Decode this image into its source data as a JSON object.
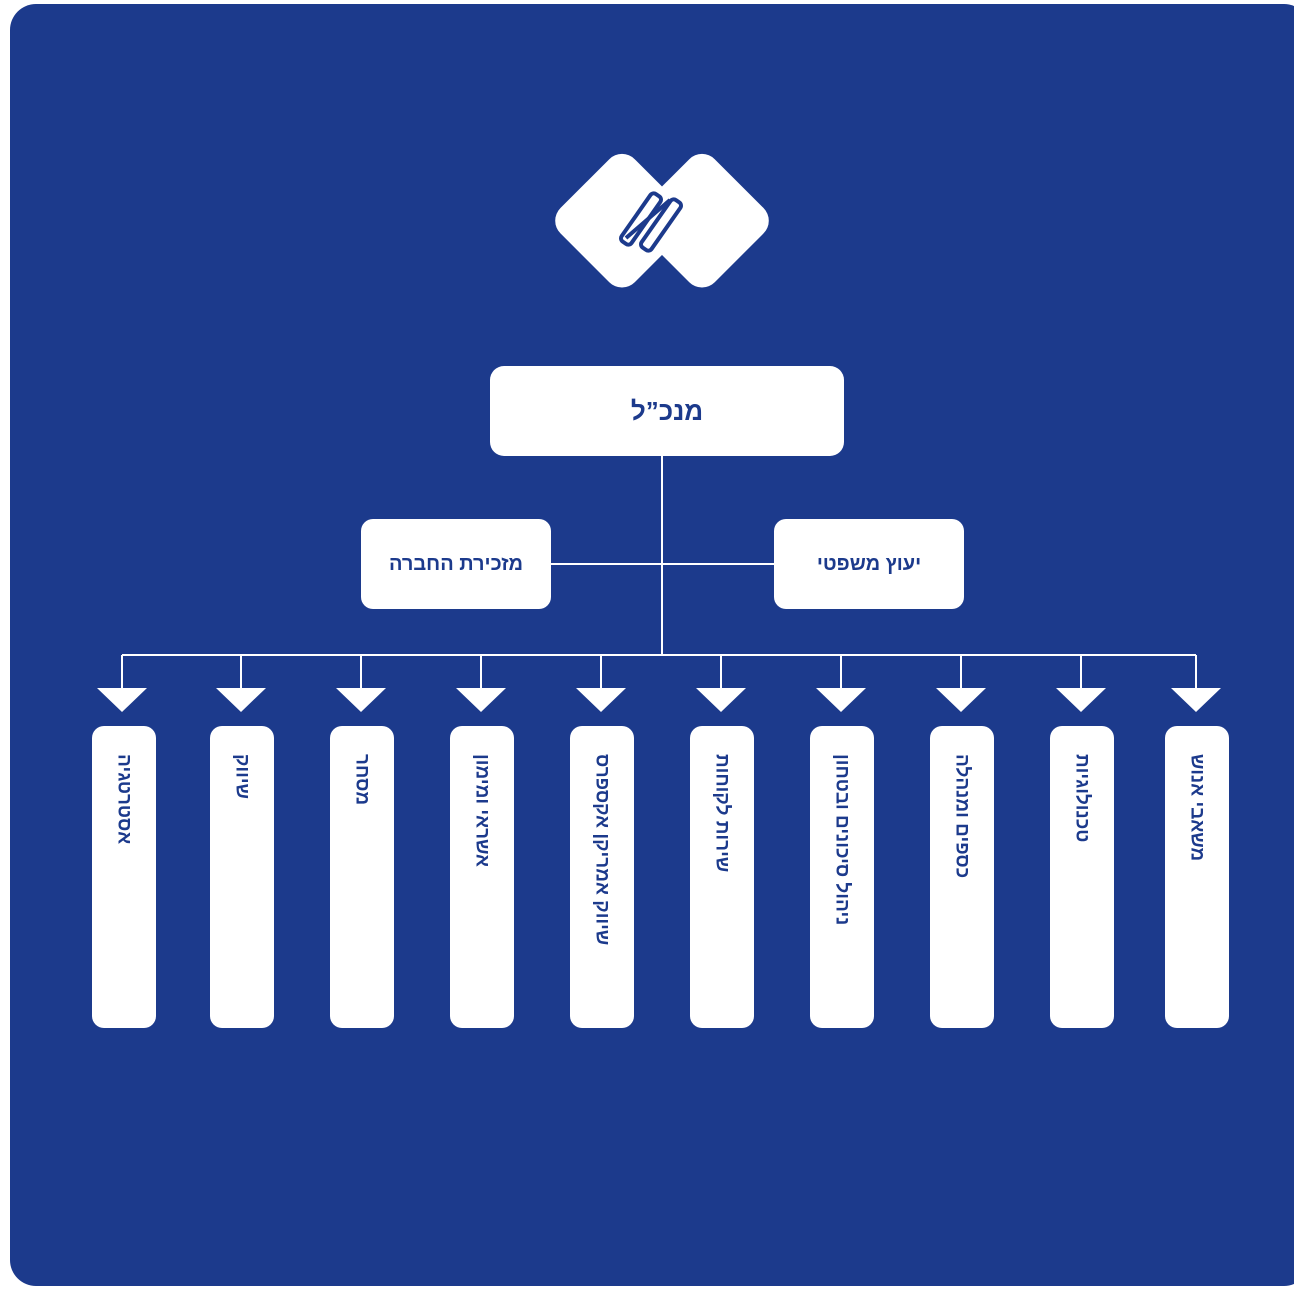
{
  "colors": {
    "background": "#1c3a8c",
    "box": "#ffffff",
    "text": "#1c3a8c"
  },
  "logo": {
    "icon": "two-interlocking-rounded-diamonds-logo"
  },
  "ceo": {
    "label": "מנכ”ל"
  },
  "staff": {
    "left_label": "מזכירת החברה",
    "right_label": "יעוץ משפטי"
  },
  "departments": [
    {
      "label": "אסטרטגיה"
    },
    {
      "label": "שיווק"
    },
    {
      "label": "מסחר"
    },
    {
      "label": "אשראי ומימון"
    },
    {
      "label": "שיווק אמריקן אקספרס"
    },
    {
      "label": "שירות לקוחות"
    },
    {
      "label": "ניהול סיכונים ובטחון"
    },
    {
      "label": "כספים ומנהלה"
    },
    {
      "label": "טכנולוגיות"
    },
    {
      "label": "משאבי אנוש"
    }
  ]
}
